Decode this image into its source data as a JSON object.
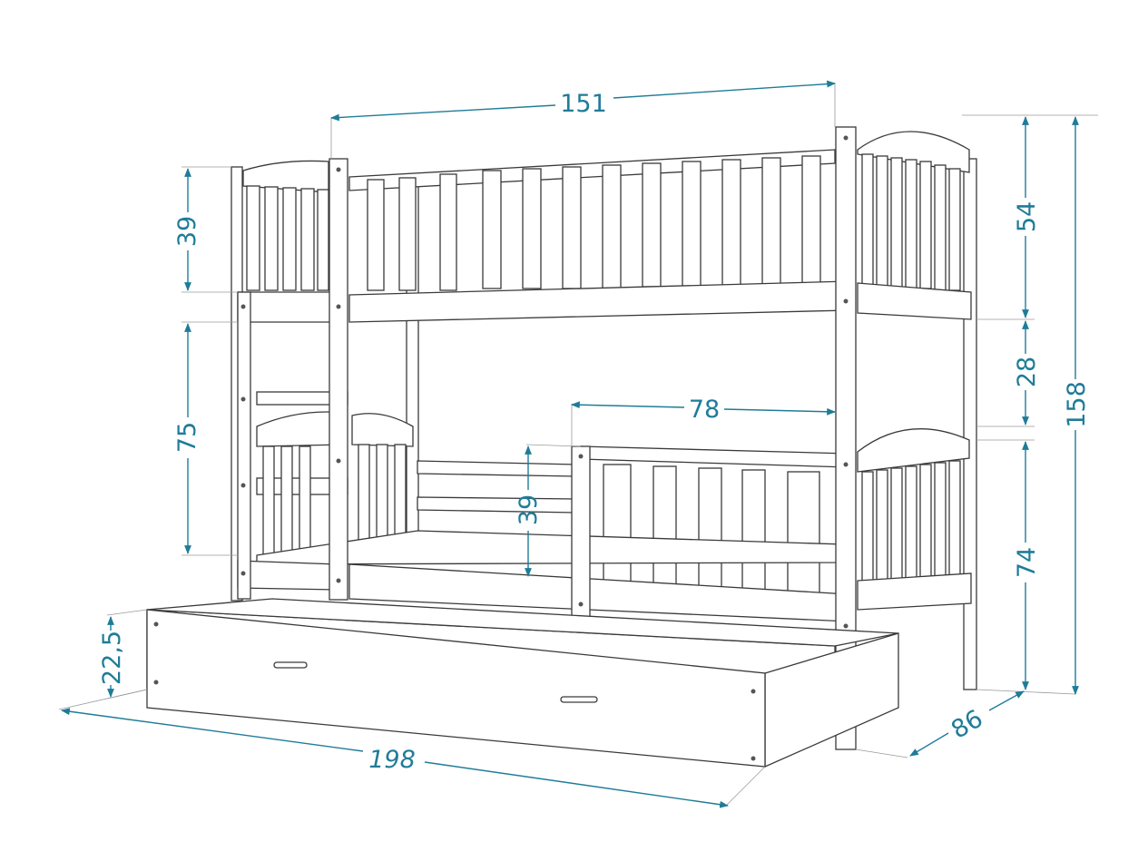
{
  "diagram": {
    "subject": "Bunk bed with trundle drawer - dimension drawing",
    "accent_color": "#1f7c98",
    "line_color": "#3a3a3a",
    "units": "cm",
    "dimensions": {
      "top_width": "151",
      "upper_guard_height": "39",
      "ladder_gap_height": "75",
      "upper_headboard_height": "54",
      "between_beds_height": "28",
      "total_height": "158",
      "lower_opening_width": "78",
      "lower_guard_height": "39",
      "lower_bed_height": "74",
      "drawer_height": "22,5",
      "total_length": "198",
      "depth": "86"
    }
  }
}
